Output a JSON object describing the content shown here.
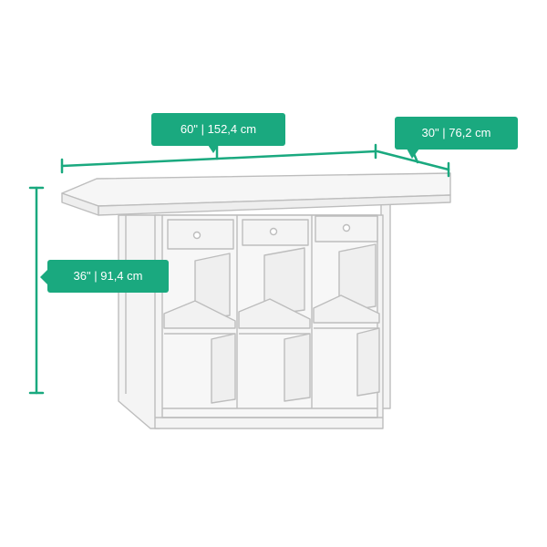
{
  "dimensions": {
    "width": {
      "imperial": "60\"",
      "metric": "152,4 cm",
      "separator": "|"
    },
    "depth": {
      "imperial": "30\"",
      "metric": "76,2 cm",
      "separator": "|"
    },
    "height": {
      "imperial": "36\"",
      "metric": "91,4 cm",
      "separator": "|"
    }
  },
  "colors": {
    "accent": "#1aa97f",
    "outline": "#bdbdbd",
    "fill": "#f4f4f4"
  }
}
